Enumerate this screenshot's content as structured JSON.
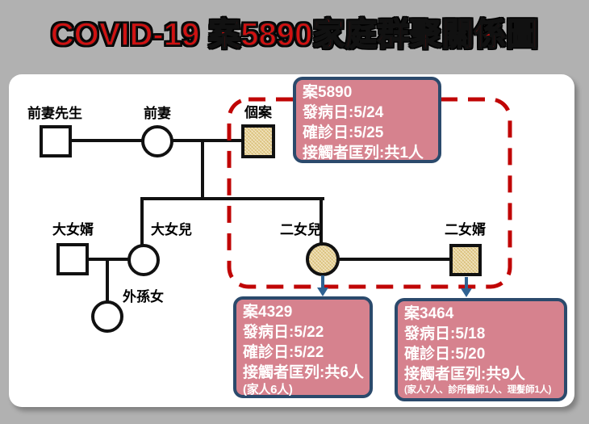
{
  "title": "COVID-19 案5890家庭群聚關係圖",
  "colors": {
    "background": "#b1b1b1",
    "panel": "#ffffff",
    "title_red": "#cf1212",
    "cluster_dash_red": "#c00505",
    "case_box_fill": "#d6828e",
    "case_box_border": "#2b4a6c",
    "infected_fill": "#e7d092",
    "arrow_blue": "#2f6292",
    "line_black": "#111111"
  },
  "diagram": {
    "nodes": [
      {
        "id": "ex-wife-husband",
        "label": "前妻先生",
        "shape": "square",
        "infected": false
      },
      {
        "id": "ex-wife",
        "label": "前妻",
        "shape": "circle",
        "infected": false
      },
      {
        "id": "index-case",
        "label": "個案",
        "shape": "square",
        "infected": true
      },
      {
        "id": "eldest-son-in-law",
        "label": "大女婿",
        "shape": "square",
        "infected": false
      },
      {
        "id": "eldest-daughter",
        "label": "大女兒",
        "shape": "circle",
        "infected": false
      },
      {
        "id": "granddaughter",
        "label": "外孫女",
        "shape": "circle",
        "infected": false
      },
      {
        "id": "second-daughter",
        "label": "二女兒",
        "shape": "circle",
        "infected": true
      },
      {
        "id": "second-son-in-law",
        "label": "二女婿",
        "shape": "square",
        "infected": true
      }
    ],
    "case_boxes": [
      {
        "id": "case-5890",
        "case_no": "案5890",
        "onset": "發病日:5/24",
        "confirmed": "確診日:5/25",
        "contacts": "接觸者匡列:共1人",
        "detail": ""
      },
      {
        "id": "case-4329",
        "case_no": "案4329",
        "onset": "發病日:5/22",
        "confirmed": "確診日:5/22",
        "contacts": "接觸者匡列:共6人",
        "detail": "(家人6人)"
      },
      {
        "id": "case-3464",
        "case_no": "案3464",
        "onset": "發病日:5/18",
        "confirmed": "確診日:5/20",
        "contacts": "接觸者匡列:共9人",
        "detail": "(家人7人、診所醫師1人、理髮師1人)"
      }
    ]
  }
}
